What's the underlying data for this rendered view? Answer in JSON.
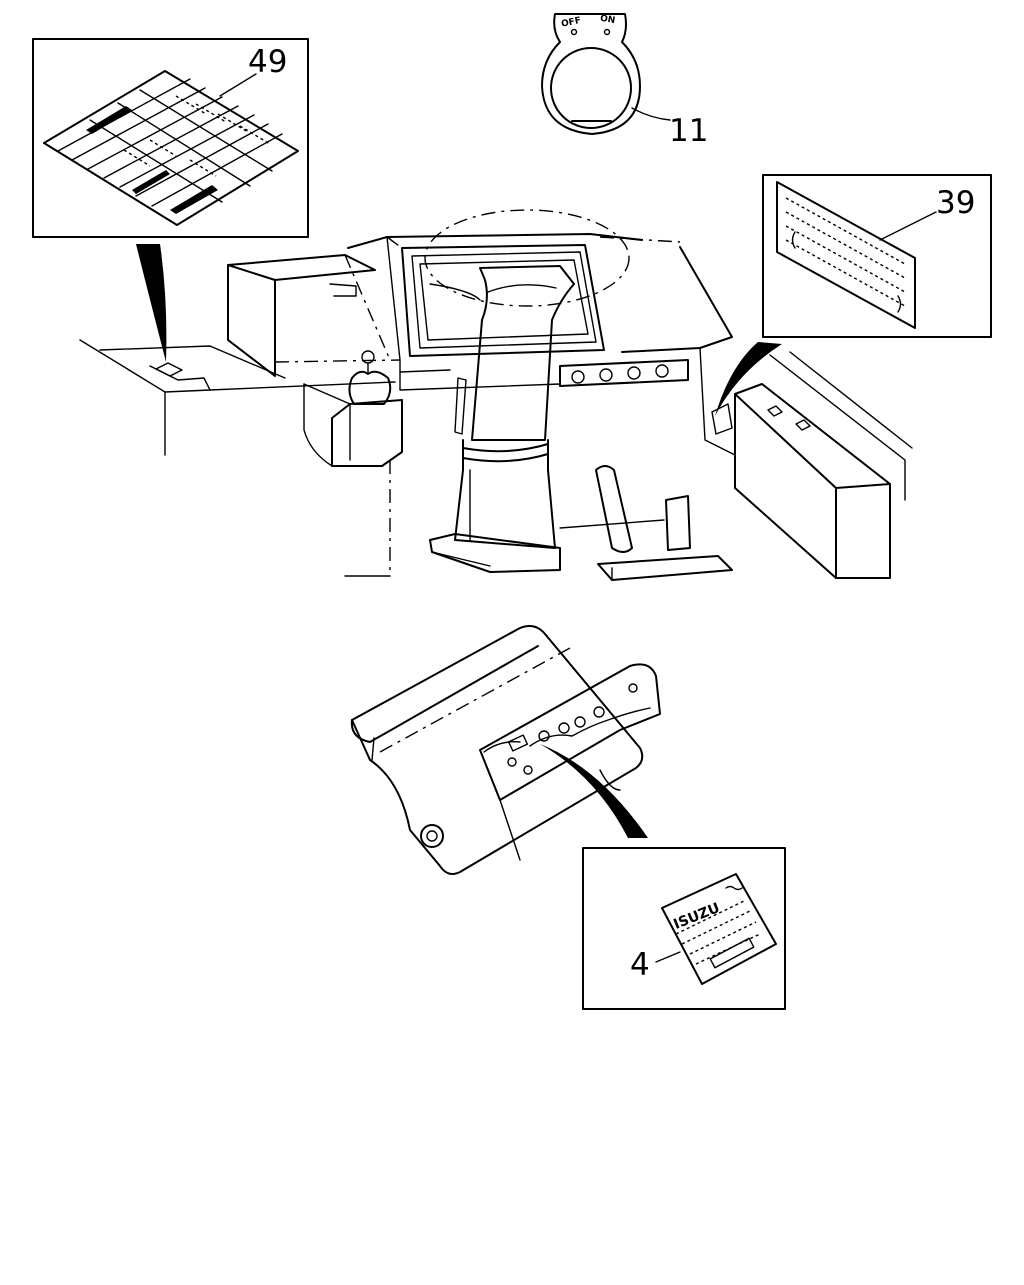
{
  "diagram": {
    "callouts": {
      "part_49": "49",
      "part_11": "11",
      "part_39": "39",
      "part_4": "4"
    },
    "switch_labels": {
      "off": "OFF",
      "on": "ON"
    },
    "engine_plate_logo": "ISUZU"
  }
}
